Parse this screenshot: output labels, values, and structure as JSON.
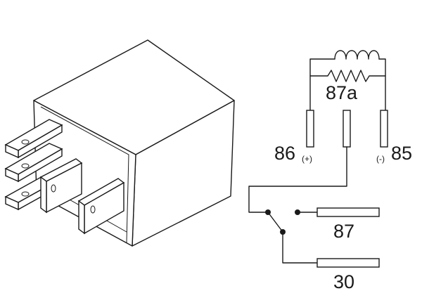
{
  "terminals": {
    "t86": {
      "number": "86",
      "polarity": "(+)"
    },
    "t85": {
      "number": "85",
      "polarity": "(-)"
    },
    "t87a": {
      "number": "87a"
    },
    "t87": {
      "number": "87"
    },
    "t30": {
      "number": "30"
    }
  },
  "colors": {
    "line": "#1a1a1a",
    "background": "#ffffff"
  }
}
